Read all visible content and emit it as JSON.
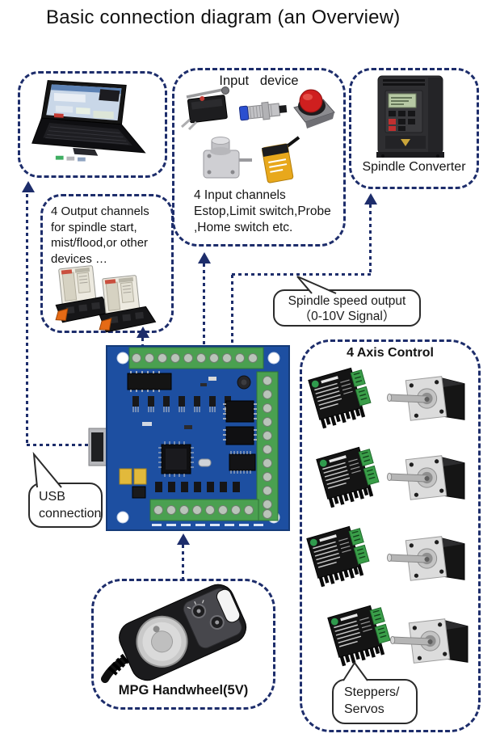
{
  "title": "Basic connection diagram (an Overview)",
  "colors": {
    "line_navy": "#1d2d6b",
    "pcb_blue": "#1d4fa1",
    "terminal_green": "#4aa050",
    "estop_red": "#cf1f1f",
    "relay_orange": "#e56a15",
    "sensor_yellow": "#e8a81c"
  },
  "pc_box": {
    "image": "laptop-with-cnc-software"
  },
  "input_box": {
    "title": "Input   device",
    "caption_lines": [
      "4 Input channels",
      "Estop,Limit switch,Probe",
      ",Home switch etc."
    ],
    "icons": [
      "micro-limit-switch",
      "proximity-sensor",
      "estop-button",
      "encoder-switch",
      "inductive-sensor"
    ]
  },
  "spindle_box": {
    "label": "Spindle Converter",
    "image": "vfd-inverter"
  },
  "output_box": {
    "caption_lines": [
      "4 Output channels",
      "for spindle start,",
      "mist/flood,or other",
      "devices …"
    ],
    "icons": [
      "relay-module",
      "relay-module"
    ]
  },
  "board": {
    "image": "usb-motion-controller-board"
  },
  "axis_box": {
    "title": "4 Axis Control",
    "rows": 4,
    "icons": [
      "stepper-driver",
      "stepper-motor"
    ]
  },
  "mpg_box": {
    "label": "MPG Handwheel(5V)",
    "image": "mpg-pendant"
  },
  "callouts": {
    "usb": {
      "lines": [
        "USB",
        "connection"
      ]
    },
    "spindle_speed": {
      "lines": [
        "Spindle speed output",
        "（0-10V Signal）"
      ]
    },
    "steppers": {
      "lines": [
        "Steppers/",
        "Servos"
      ]
    }
  }
}
